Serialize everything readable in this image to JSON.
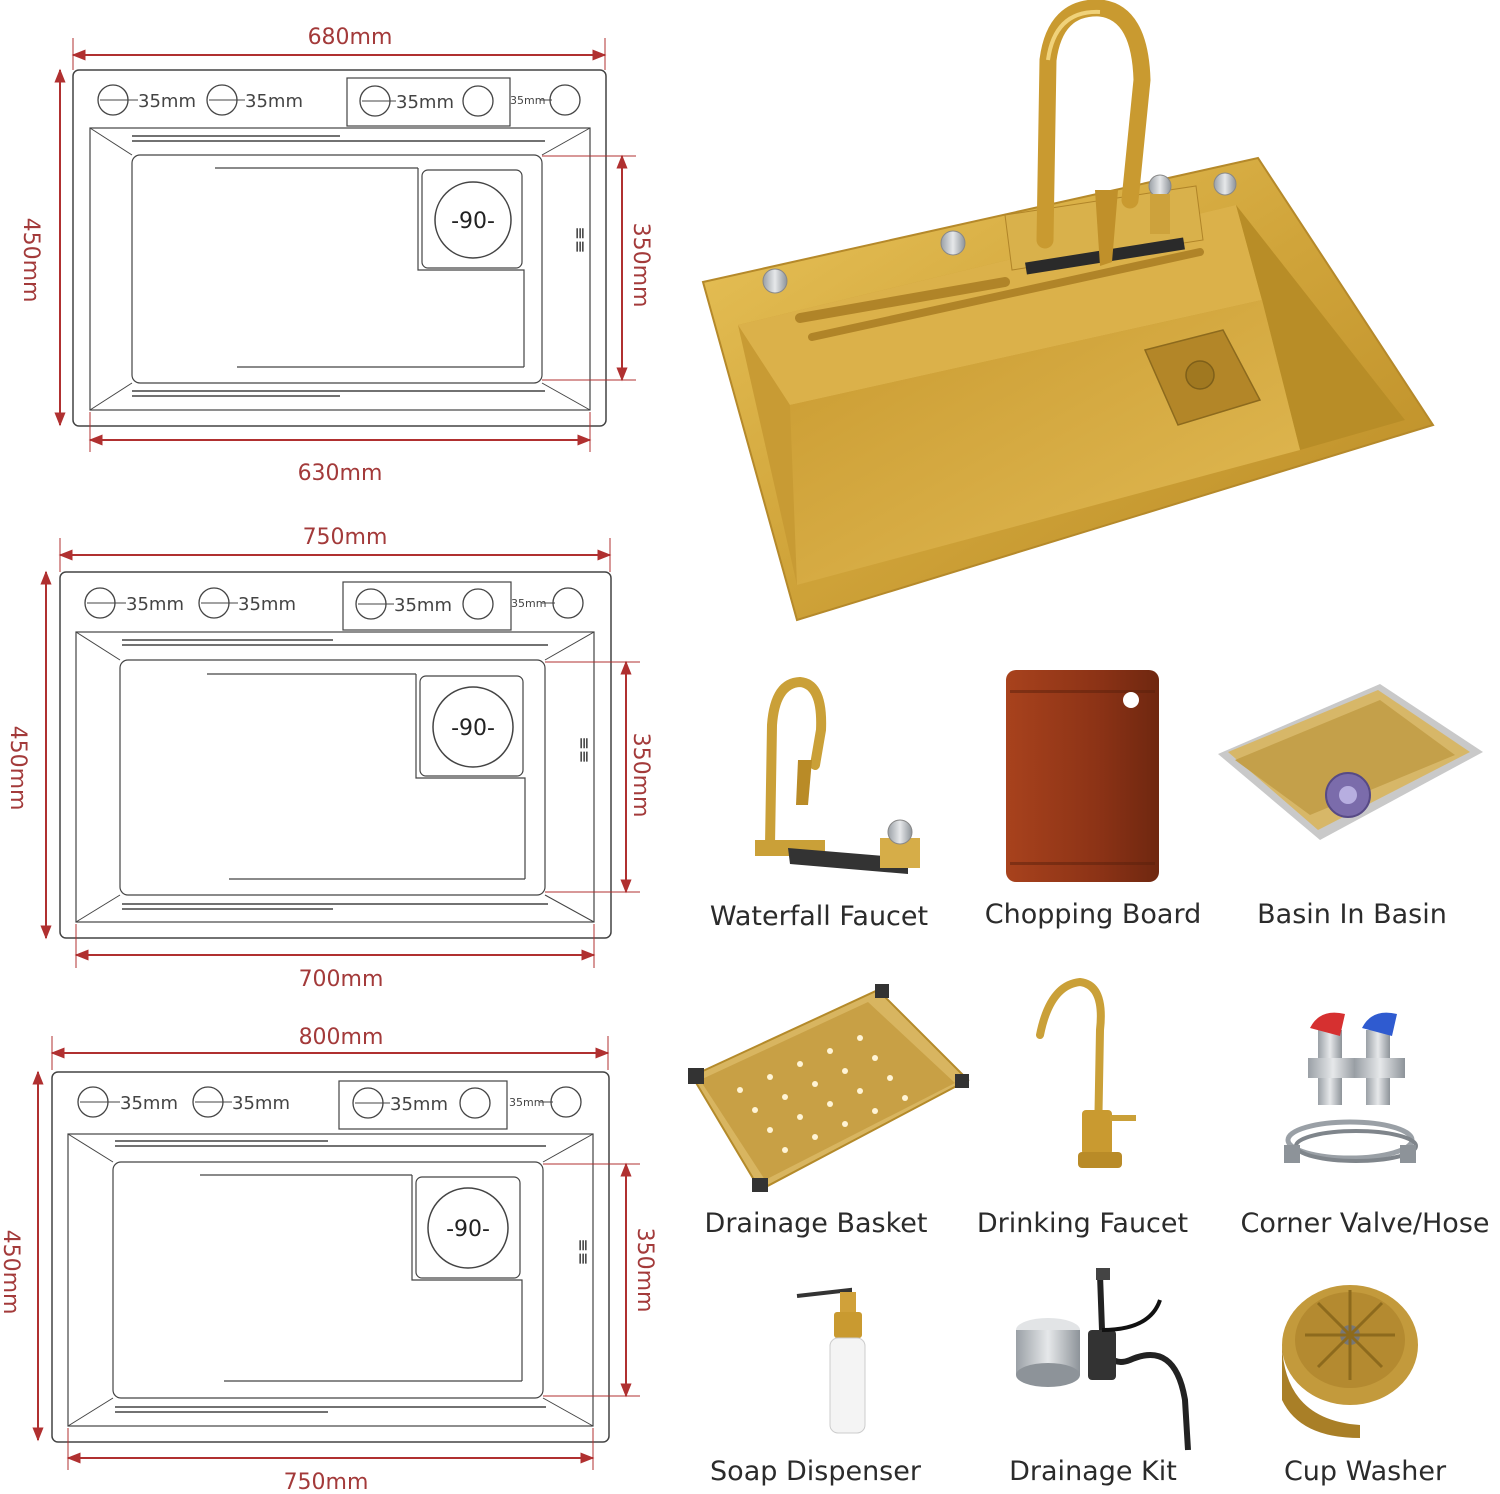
{
  "drawings": [
    {
      "top_width": "680mm",
      "bottom_width": "630mm",
      "height": "450mm",
      "inner_height": "350mm",
      "holes": [
        "35mm",
        "35mm",
        "35mm",
        "35mm"
      ],
      "drain": "-90-"
    },
    {
      "top_width": "750mm",
      "bottom_width": "700mm",
      "height": "450mm",
      "inner_height": "350mm",
      "holes": [
        "35mm",
        "35mm",
        "35mm",
        "35mm"
      ],
      "drain": "-90-"
    },
    {
      "top_width": "800mm",
      "bottom_width": "750mm",
      "height": "450mm",
      "inner_height": "350mm",
      "holes": [
        "35mm",
        "35mm",
        "35mm",
        "35mm"
      ],
      "drain": "-90-"
    }
  ],
  "accessories": [
    {
      "label": "Waterfall Faucet",
      "icon": "waterfall-faucet-icon"
    },
    {
      "label": "Chopping Board",
      "icon": "chopping-board-icon"
    },
    {
      "label": "Basin In Basin",
      "icon": "basin-in-basin-icon"
    },
    {
      "label": "Drainage Basket",
      "icon": "drainage-basket-icon"
    },
    {
      "label": "Drinking Faucet",
      "icon": "drinking-faucet-icon"
    },
    {
      "label": "Corner Valve/Hose",
      "icon": "corner-valve-hose-icon"
    },
    {
      "label": "Soap Dispenser",
      "icon": "soap-dispenser-icon"
    },
    {
      "label": "Drainage Kit",
      "icon": "drainage-kit-icon"
    },
    {
      "label": "Cup Washer",
      "icon": "cup-washer-icon"
    }
  ],
  "colors": {
    "dimension_line": "#b03030",
    "outline": "#444444",
    "gold": "#d4a93a",
    "wood": "#8f3518"
  }
}
